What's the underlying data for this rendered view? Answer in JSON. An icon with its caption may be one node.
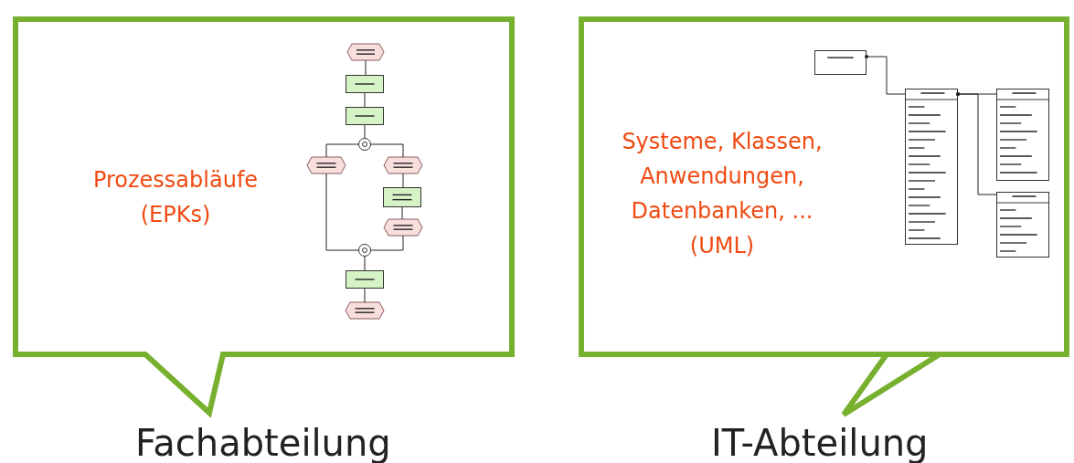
{
  "diagram": {
    "nodes": [
      {
        "text": [
          "Prozessabläufe (EPKs)"
        ]
      },
      {
        "text": [],
        "shape": "hexagon",
        "in": 0
      },
      {
        "text": [],
        "shape": "box",
        "in": 0
      },
      {
        "text": [],
        "shape": "box",
        "in": 0
      },
      {
        "text": [],
        "shape": "circle",
        "in": 0
      },
      {
        "text": [],
        "shape": "hexagon",
        "in": 0
      },
      {
        "text": [],
        "shape": "hexagon",
        "in": 0
      },
      {
        "text": [],
        "shape": "box",
        "in": 0
      },
      {
        "text": [],
        "shape": "hexagon",
        "in": 0
      },
      {
        "text": [],
        "shape": "circle",
        "in": 0
      },
      {
        "text": [],
        "shape": "box",
        "in": 0
      },
      {
        "text": [],
        "shape": "hexagon",
        "in": 0
      },
      {
        "text": [
          "Systeme, Klassen, Anwendungen, Datenbanken, ... (UML)"
        ]
      },
      {
        "text": [],
        "shape": "box",
        "in": 12
      },
      {
        "text": [],
        "shape": "table",
        "in": 12
      },
      {
        "text": [],
        "shape": "table",
        "in": 12
      },
      {
        "text": [],
        "shape": "table",
        "in": 12
      }
    ],
    "edges": [
      {
        "from": 1,
        "to": 2,
        "arrow": "none"
      },
      {
        "from": 2,
        "to": 3,
        "arrow": "none"
      },
      {
        "from": 3,
        "to": 4,
        "arrow": "none"
      },
      {
        "from": 4,
        "to": 5,
        "arrow": "none"
      },
      {
        "from": 4,
        "to": 6,
        "arrow": "none"
      },
      {
        "from": 6,
        "to": 7,
        "arrow": "none"
      },
      {
        "from": 7,
        "to": 8,
        "arrow": "none"
      },
      {
        "from": 5,
        "to": 9,
        "arrow": "none"
      },
      {
        "from": 8,
        "to": 9,
        "arrow": "none"
      },
      {
        "from": 9,
        "to": 10,
        "arrow": "none"
      },
      {
        "from": 10,
        "to": 11,
        "arrow": "none"
      },
      {
        "from": 13,
        "to": 14,
        "arrow": "other"
      },
      {
        "from": 14,
        "to": 15,
        "arrow": "other"
      },
      {
        "from": 14,
        "to": 16,
        "arrow": "other"
      }
    ],
    "labels": [
      "Fachabteilung",
      "IT-Abteilung"
    ]
  }
}
